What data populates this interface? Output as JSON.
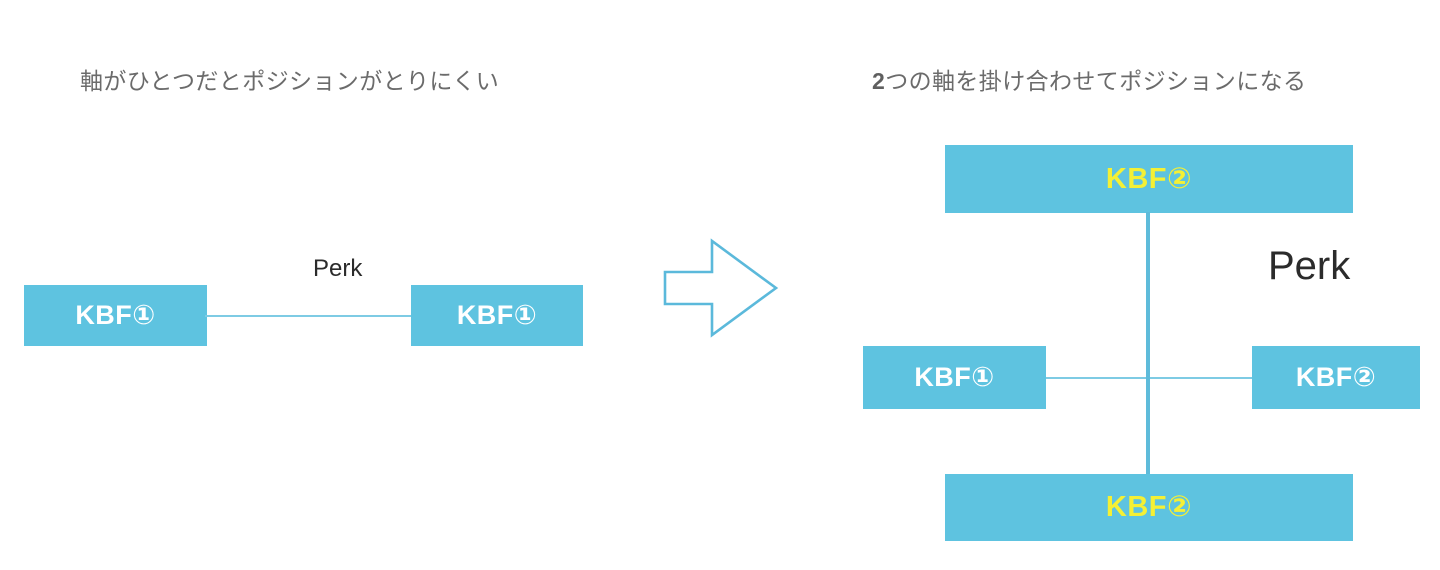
{
  "panels": {
    "left": {
      "title": "軸がひとつだとポジションがとりにくい",
      "title_lead": "",
      "perk_label": "Perk",
      "boxes": [
        {
          "name": "left-axis-box-a",
          "label": "KBF①",
          "text_color": "#ffffff"
        },
        {
          "name": "left-axis-box-b",
          "label": "KBF①",
          "text_color": "#ffffff"
        }
      ]
    },
    "right": {
      "title_lead": "2",
      "title": "つの軸を掛け合わせてポジションになる",
      "perk_label": "Perk",
      "boxes": [
        {
          "name": "right-top-box",
          "label": "KBF②",
          "text_color": "#f4f035"
        },
        {
          "name": "right-left-box",
          "label": "KBF①",
          "text_color": "#ffffff"
        },
        {
          "name": "right-right-box",
          "label": "KBF②",
          "text_color": "#ffffff"
        },
        {
          "name": "right-bottom-box",
          "label": "KBF②",
          "text_color": "#f4f035"
        }
      ]
    }
  },
  "colors": {
    "box_fill": "#5ec3e0",
    "highlight_text": "#f4f035",
    "plain_text": "#ffffff",
    "connector": "#7ecbe4",
    "connector_strong": "#5ebbda",
    "arrow_stroke": "#5bb9db",
    "title_text": "#6b6b6b",
    "perk_text": "#2b2b2b",
    "background": "#ffffff"
  },
  "icons": {
    "transition_arrow": "arrow-right-outline-icon"
  }
}
